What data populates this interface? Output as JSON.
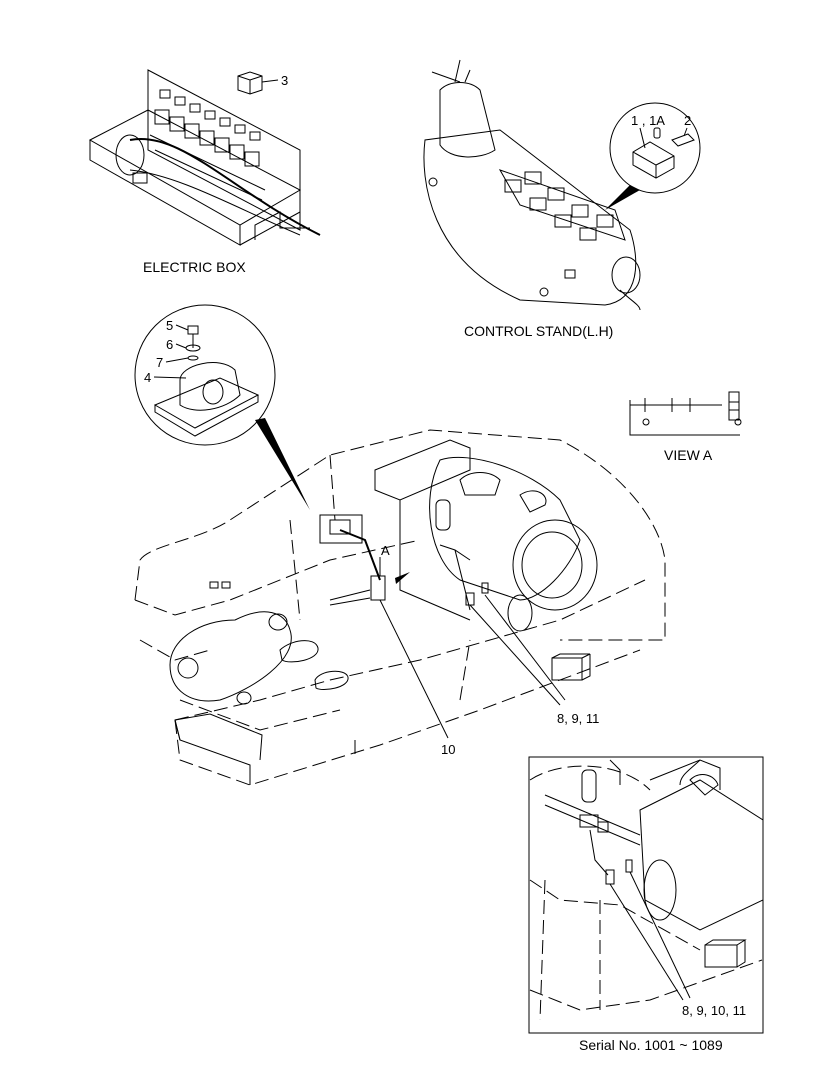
{
  "captions": {
    "electric_box": "ELECTRIC BOX",
    "control_stand": "CONTROL STAND(L.H)",
    "view_a": "VIEW  A",
    "serial": "Serial No. 1001 ~ 1089",
    "view_a_marker": "A"
  },
  "part_labels": {
    "p3": "3",
    "p1_1a": "1 , 1A",
    "p2": "2",
    "p5": "5",
    "p6": "6",
    "p7": "7",
    "p4": "4",
    "p8_9_11": "8, 9, 11",
    "p10": "10",
    "p8_9_10_11": "8, 9, 10, 11"
  }
}
